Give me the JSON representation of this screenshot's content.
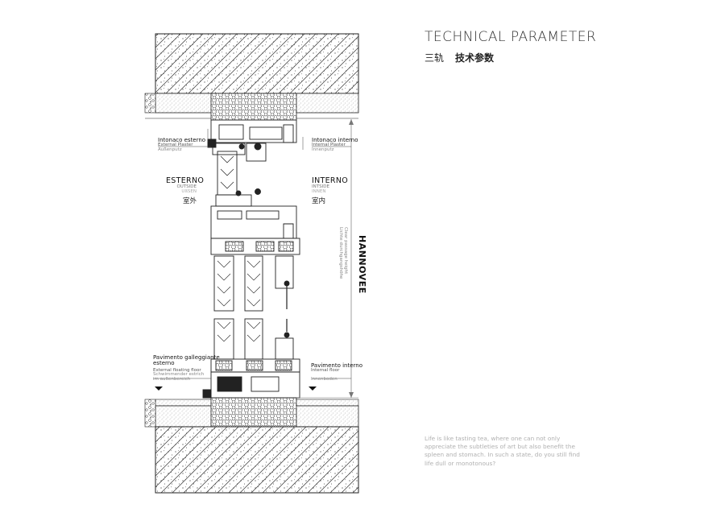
{
  "header": {
    "title": "TECHNICAL PARAMETER",
    "subtitle_cn": "三轨",
    "subtitle_bold": "技术参数"
  },
  "labels": {
    "top_left": {
      "main": "Intonaco esterno",
      "sub1": "External Plaster",
      "sub2": "Außenputz"
    },
    "top_right": {
      "main": "Intonaco interno",
      "sub1": "Internal Plaster",
      "sub2": "Innenputz"
    },
    "left_side": {
      "main": "ESTERNO",
      "sub1": "OUTSIDE",
      "sub2": "UßSEN",
      "cn": "室外"
    },
    "right_side": {
      "main": "INTERNO",
      "sub1": "INTSIDE",
      "sub2": "INNEN",
      "cn": "室内"
    },
    "bottom_left": {
      "main1": "Pavimento galleggiante",
      "main2": "esterno",
      "sub1": "External floating floor",
      "sub2a": "Schwimmender estrich",
      "sub2b": "im außenbereich"
    },
    "bottom_right": {
      "main": "Pavimento interno",
      "sub1": "Internal floor",
      "sub2": "Innenboden"
    }
  },
  "dimension": {
    "title": "HANNOVEE",
    "line1": "Clear passage height",
    "line2": "Lichte durchgangshöhe"
  },
  "quote": "Life is like tasting tea, where one can not only appreciate the subtleties of art but also benefit the spleen and stomach. In such a state, do you still find life dull or monotonous?"
}
